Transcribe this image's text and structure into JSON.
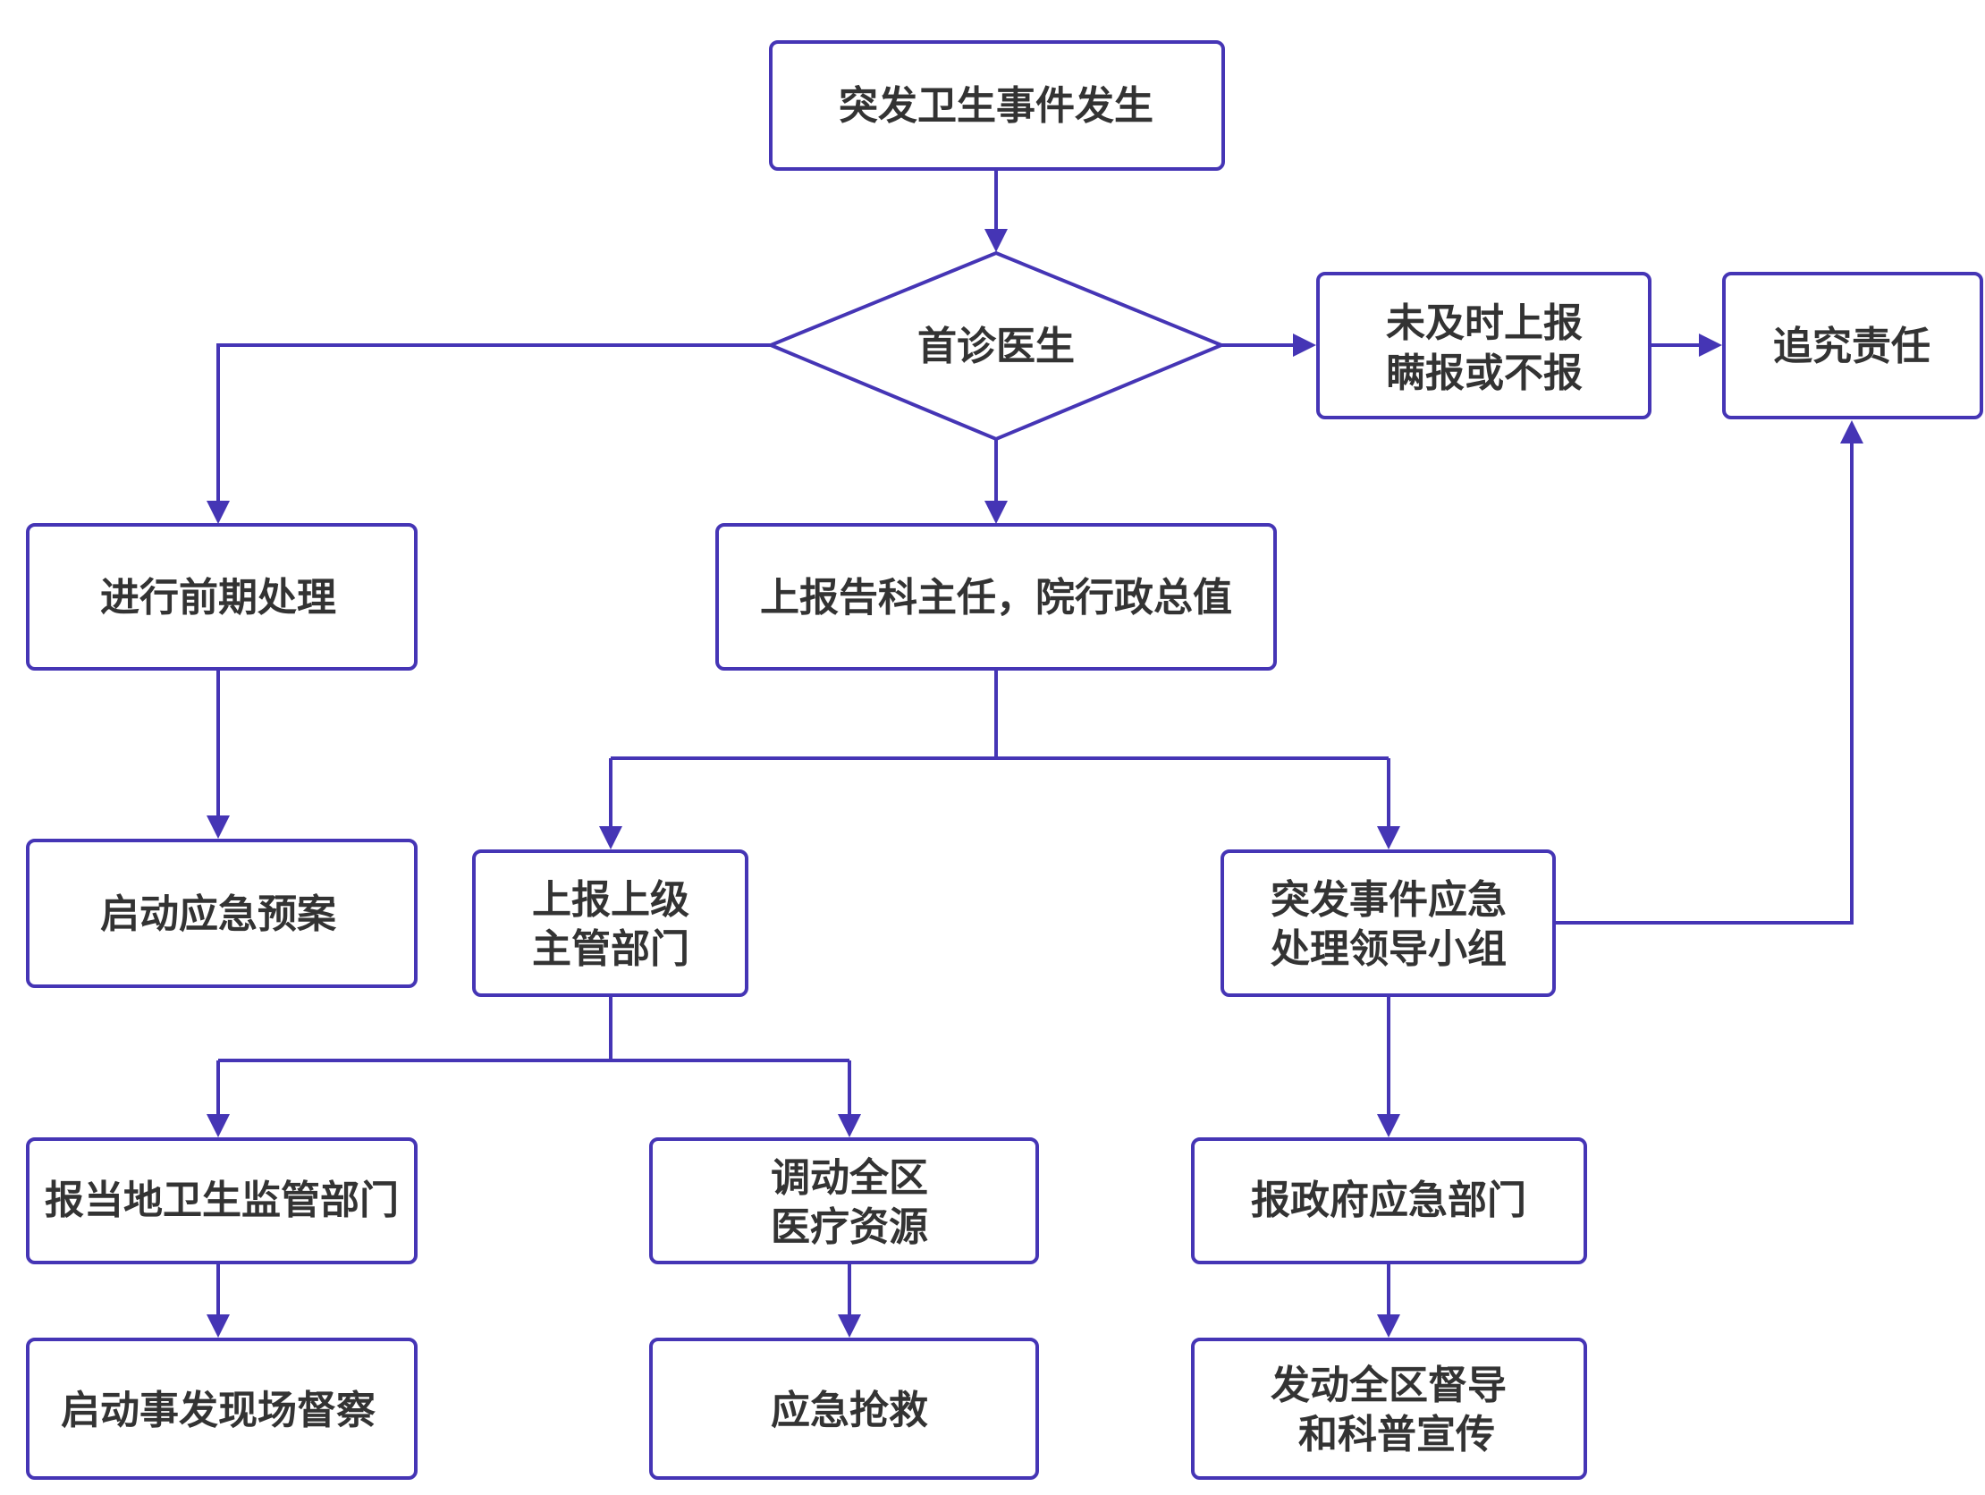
{
  "flowchart": {
    "accent_color": "#4535b5",
    "text_color": "#333333",
    "nodes": {
      "event_occurs": {
        "lines": [
          "突发卫生事件发生"
        ]
      },
      "first_doctor": {
        "lines": [
          "首诊医生"
        ]
      },
      "late_report": {
        "lines": [
          "未及时上报",
          "瞒报或不报"
        ]
      },
      "accountability": {
        "lines": [
          "追究责任"
        ]
      },
      "preliminary": {
        "lines": [
          "进行前期处理"
        ]
      },
      "report_director": {
        "lines": [
          "上报告科主任，院行政总值"
        ]
      },
      "emergency_plan": {
        "lines": [
          "启动应急预案"
        ]
      },
      "report_superior": {
        "lines": [
          "上报上级",
          "主管部门"
        ]
      },
      "leading_group": {
        "lines": [
          "突发事件应急",
          "处理领导小组"
        ]
      },
      "local_supervision": {
        "lines": [
          "报当地卫生监管部门"
        ]
      },
      "mobilize_resources": {
        "lines": [
          "调动全区",
          "医疗资源"
        ]
      },
      "gov_emergency": {
        "lines": [
          "报政府应急部门"
        ]
      },
      "site_inspection": {
        "lines": [
          "启动事发现场督察"
        ]
      },
      "rescue": {
        "lines": [
          "应急抢救"
        ]
      },
      "supervision_publicity": {
        "lines": [
          "发动全区督导",
          "和科普宣传"
        ]
      }
    }
  }
}
